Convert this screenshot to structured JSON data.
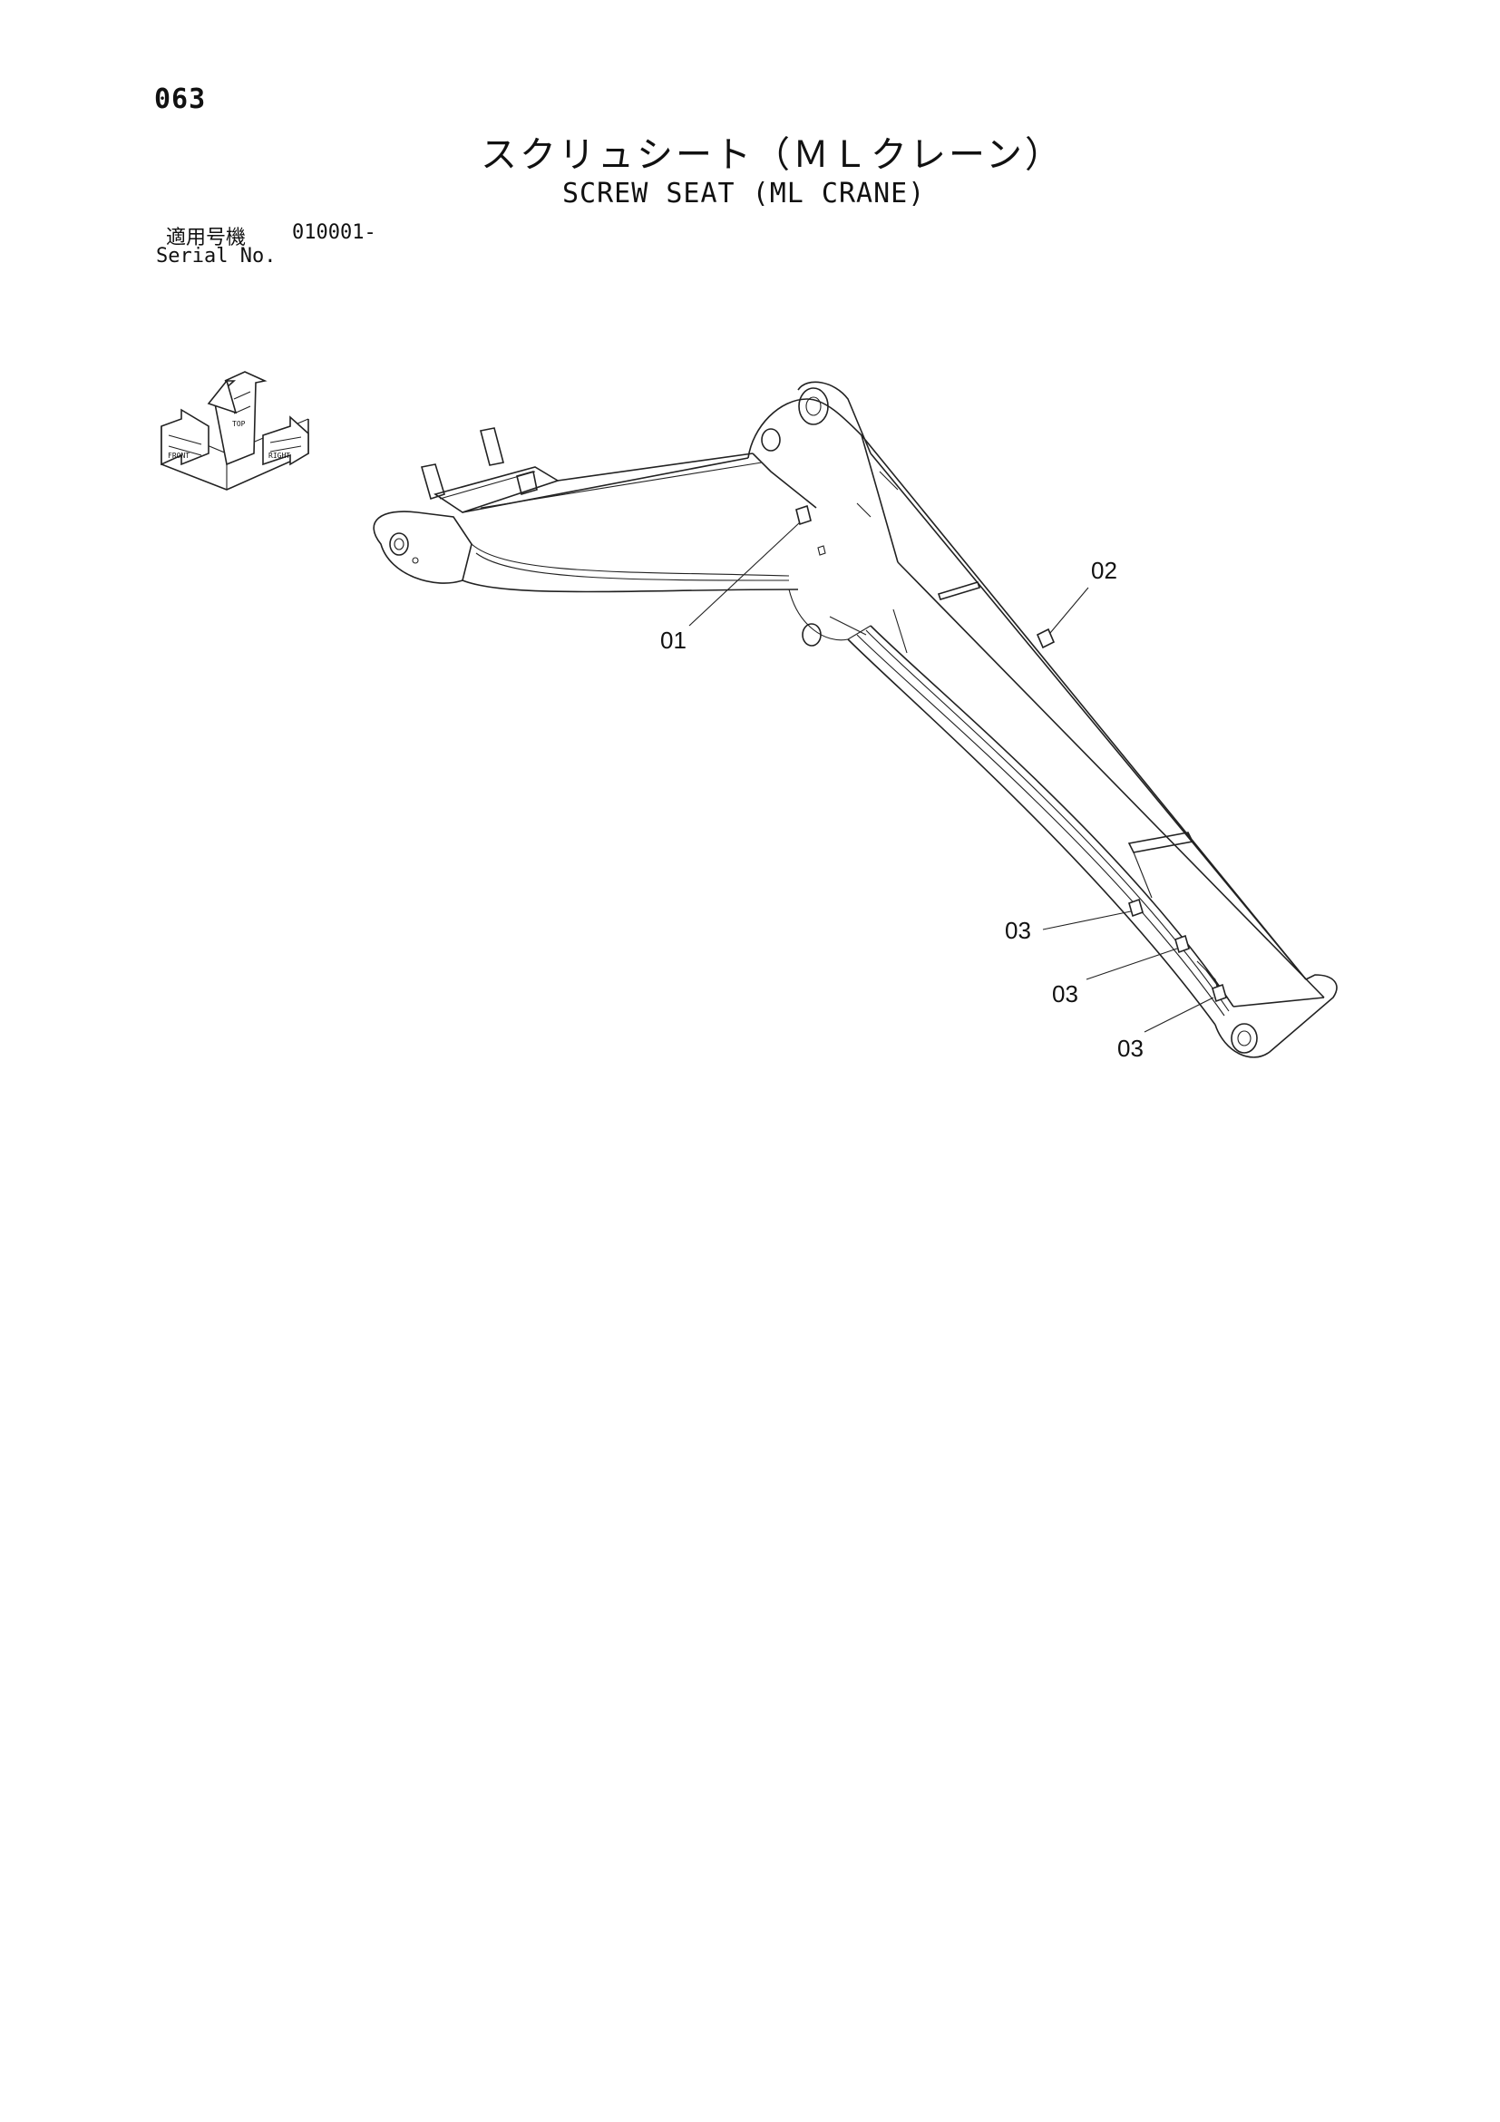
{
  "header": {
    "page_number": "063",
    "title_jp": "スクリュシート（ＭＬクレーン）",
    "title_en": "SCREW SEAT (ML CRANE)"
  },
  "serial": {
    "label_jp": "適用号機",
    "value": "010001-",
    "label_en": "Serial No."
  },
  "orientation_icon": {
    "icon": "orientation-arrows-icon",
    "labels": [
      "FRONT",
      "TOP",
      "RIGHT"
    ]
  },
  "callouts": [
    {
      "id": "01",
      "text": "01"
    },
    {
      "id": "02",
      "text": "02"
    },
    {
      "id": "03a",
      "text": "03"
    },
    {
      "id": "03b",
      "text": "03"
    },
    {
      "id": "03c",
      "text": "03"
    }
  ]
}
